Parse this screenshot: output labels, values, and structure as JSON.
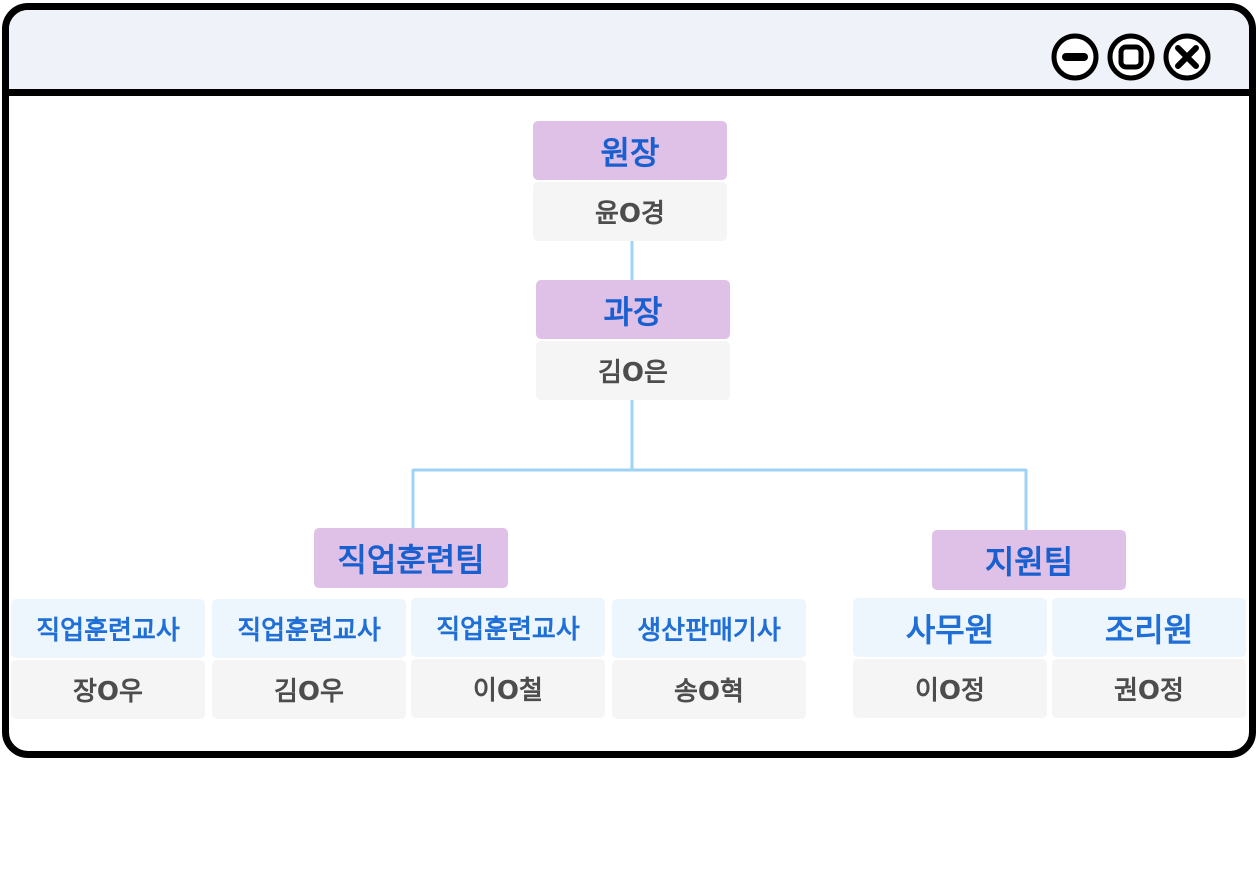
{
  "colors": {
    "accent_box": "#dfc0e6",
    "staff_box": "#eef6fd",
    "name_box": "#f5f5f5",
    "title_text": "#1a5fd0",
    "name_text": "#4d4d4d",
    "connector": "#9fd3f5"
  },
  "window": {
    "controls": [
      {
        "icon": "minimize-icon"
      },
      {
        "icon": "maximize-icon"
      },
      {
        "icon": "close-icon"
      }
    ]
  },
  "org": {
    "director": {
      "title": "원장",
      "name": "윤O경"
    },
    "manager": {
      "title": "과장",
      "name": "김O은"
    },
    "teams": [
      {
        "label": "직업훈련팀",
        "members": [
          {
            "title": "직업훈련교사",
            "name": "장O우"
          },
          {
            "title": "직업훈련교사",
            "name": "김O우"
          },
          {
            "title": "직업훈련교사",
            "name": "이O철"
          },
          {
            "title": "생산판매기사",
            "name": "송O혁"
          }
        ]
      },
      {
        "label": "지원팀",
        "members": [
          {
            "title": "사무원",
            "name": "이O정"
          },
          {
            "title": "조리원",
            "name": "권O정"
          }
        ]
      }
    ]
  }
}
